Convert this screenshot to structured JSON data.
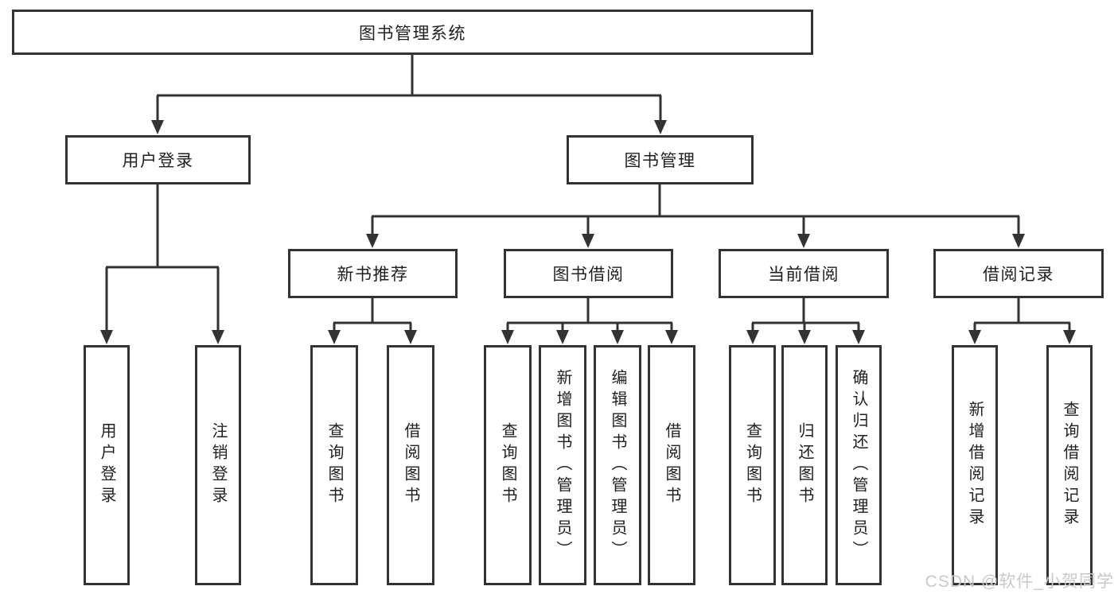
{
  "watermark": "CSDN @软件_小贺同学",
  "colors": {
    "line": "#333333",
    "box_border": "#333333",
    "text": "#1f1f1f",
    "watermark": "#c9c9c9",
    "background": "#ffffff"
  },
  "tree": {
    "label": "图书管理系统",
    "children": [
      {
        "label": "用户登录",
        "children": [
          {
            "label": "用户登录"
          },
          {
            "label": "注销登录"
          }
        ]
      },
      {
        "label": "图书管理",
        "children": [
          {
            "label": "新书推荐",
            "children": [
              {
                "label": "查询图书"
              },
              {
                "label": "借阅图书"
              }
            ]
          },
          {
            "label": "图书借阅",
            "children": [
              {
                "label": "查询图书"
              },
              {
                "label": "新增图书（管理员）"
              },
              {
                "label": "编辑图书（管理员）"
              },
              {
                "label": "借阅图书"
              }
            ]
          },
          {
            "label": "当前借阅",
            "children": [
              {
                "label": "查询图书"
              },
              {
                "label": "归还图书"
              },
              {
                "label": "确认归还（管理员）"
              }
            ]
          },
          {
            "label": "借阅记录",
            "children": [
              {
                "label": "新增借阅记录"
              },
              {
                "label": "查询借阅记录"
              }
            ]
          }
        ]
      }
    ]
  }
}
